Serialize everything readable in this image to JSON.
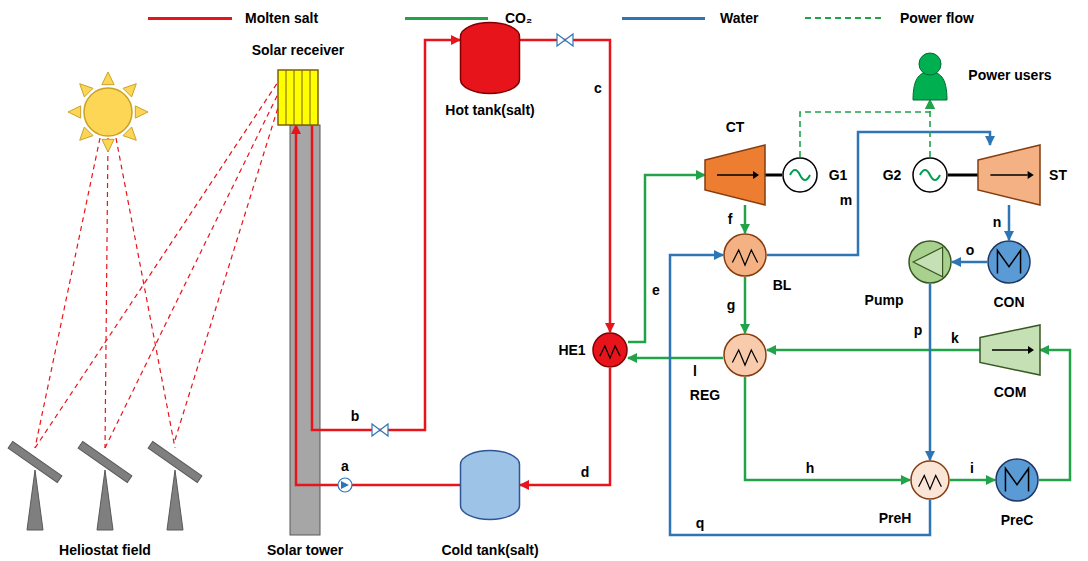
{
  "diagram": {
    "nodes": [
      {
        "text": [
          "Solar receiver"
        ]
      },
      {
        "text": [
          "Hot tank(salt)"
        ]
      },
      {
        "text": [
          "CT"
        ]
      },
      {
        "text": [
          "G1"
        ]
      },
      {
        "text": [
          "G2"
        ]
      },
      {
        "text": [
          "ST"
        ]
      },
      {
        "text": [
          "Power users"
        ]
      },
      {
        "text": [
          "BL"
        ]
      },
      {
        "text": [
          "Pump"
        ]
      },
      {
        "text": [
          "CON"
        ]
      },
      {
        "text": [
          "HE1"
        ]
      },
      {
        "text": [
          "REG"
        ]
      },
      {
        "text": [
          "COM"
        ]
      },
      {
        "text": [
          "PreH"
        ]
      },
      {
        "text": [
          "PreC"
        ]
      },
      {
        "text": [
          "Heliostat field"
        ]
      },
      {
        "text": [
          "Solar tower"
        ]
      },
      {
        "text": [
          "Cold tank(salt)"
        ]
      }
    ],
    "edges": [
      {
        "from": 15,
        "to": 0,
        "arrow": "none"
      },
      {
        "from": 17,
        "to": 0,
        "arrow": "to",
        "label": "a"
      },
      {
        "from": 0,
        "to": 1,
        "arrow": "to",
        "label": "b"
      },
      {
        "from": 1,
        "to": 10,
        "arrow": "to",
        "label": "c"
      },
      {
        "from": 10,
        "to": 17,
        "arrow": "to",
        "label": "d"
      },
      {
        "from": 10,
        "to": 2,
        "arrow": "to",
        "label": "e"
      },
      {
        "from": 2,
        "to": 7,
        "arrow": "to",
        "label": "f"
      },
      {
        "from": 7,
        "to": 11,
        "arrow": "to",
        "label": "g"
      },
      {
        "from": 11,
        "to": 13,
        "arrow": "to",
        "label": "h"
      },
      {
        "from": 13,
        "to": 14,
        "arrow": "to",
        "label": "i"
      },
      {
        "from": 14,
        "to": 12,
        "arrow": "to"
      },
      {
        "from": 12,
        "to": 11,
        "arrow": "to",
        "label": "k"
      },
      {
        "from": 11,
        "to": 10,
        "arrow": "to",
        "label": "l"
      },
      {
        "from": 7,
        "to": 5,
        "arrow": "to",
        "label": "m"
      },
      {
        "from": 5,
        "to": 9,
        "arrow": "to",
        "label": "n"
      },
      {
        "from": 9,
        "to": 8,
        "arrow": "to",
        "label": "o"
      },
      {
        "from": 8,
        "to": 13,
        "arrow": "to",
        "label": "p"
      },
      {
        "from": 13,
        "to": 7,
        "arrow": "to",
        "label": "q"
      },
      {
        "from": 2,
        "to": 3,
        "arrow": "none"
      },
      {
        "from": 5,
        "to": 4,
        "arrow": "none"
      },
      {
        "from": 3,
        "to": 6,
        "arrow": "to"
      },
      {
        "from": 4,
        "to": 6,
        "arrow": "to"
      }
    ],
    "legend": [
      {
        "text": "Molten salt",
        "color": "#e8141b"
      },
      {
        "text": "CO₂",
        "color": "#21a34a"
      },
      {
        "text": "Water",
        "color": "#2e75b6"
      },
      {
        "text": "Power flow"
      }
    ]
  }
}
